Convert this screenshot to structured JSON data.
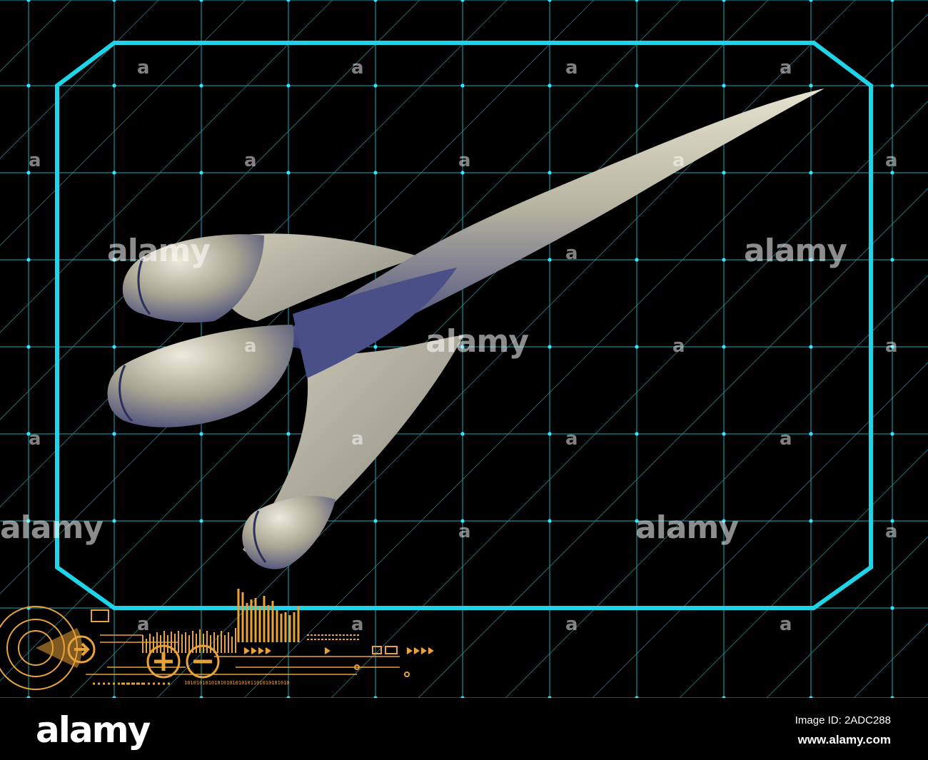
{
  "image": {
    "description_colors": {
      "background": "#000000",
      "grid": "#1aa7b8",
      "grid_node": "#35e6ff",
      "frame": "#1fd4e8",
      "rocket_body": "#b9b6a4",
      "rocket_shadow": "#3a3f78",
      "hud": "#e8a23a"
    }
  },
  "hud": {
    "binary_text": "10101010101010101010101101010101010"
  },
  "watermark": {
    "word": "alamy",
    "letter": "a"
  },
  "footer": {
    "brand": "alamy",
    "image_id": "Image ID: 2ADC288",
    "site": "www.alamy.com"
  }
}
